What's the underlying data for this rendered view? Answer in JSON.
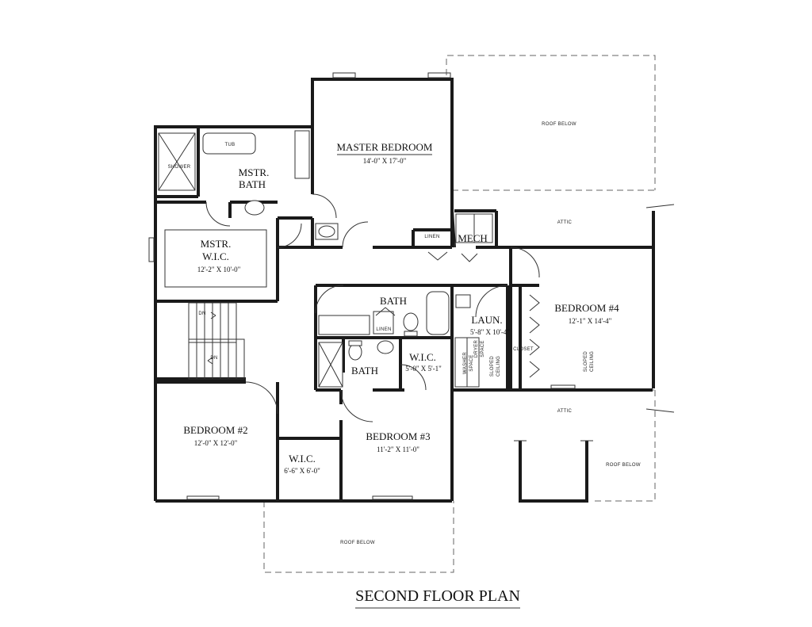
{
  "plan_title": "SECOND FLOOR PLAN",
  "rooms": {
    "master_bedroom": {
      "name": "MASTER BEDROOM",
      "size": "14'-0\" X 17'-0\""
    },
    "mstr_bath": {
      "name_line1": "MSTR.",
      "name_line2": "BATH"
    },
    "mstr_wic": {
      "name_line1": "MSTR.",
      "name_line2": "W.I.C.",
      "size": "12'-2\" X 10'-0\""
    },
    "bath_upper": {
      "name": "BATH"
    },
    "bath_lower": {
      "name": "BATH"
    },
    "laundry": {
      "name": "LAUN.",
      "size": "5'-8\" X 10'-4\""
    },
    "mech": {
      "name": "MECH"
    },
    "wic_hall": {
      "name": "W.I.C.",
      "size": "5'-0\" X 5'-1\""
    },
    "bedroom4": {
      "name": "BEDROOM #4",
      "size": "12'-1\" X 14'-4\""
    },
    "bedroom2": {
      "name": "BEDROOM #2",
      "size": "12'-0\" X 12'-0\""
    },
    "wic_bedroom2": {
      "name": "W.I.C.",
      "size": "6'-6\" X 6'-0\""
    },
    "bedroom3": {
      "name": "BEDROOM #3",
      "size": "11'-2\" X 11'-0\""
    }
  },
  "annotations": {
    "roof_below": "ROOF BELOW",
    "attic": "ATTIC",
    "linen": "LINEN",
    "closet": "CLOSET",
    "tub": "TUB",
    "shower": "SHOWER",
    "stair_down": "DN",
    "sloped_ceiling_1": "SLOPED",
    "sloped_ceiling_2": "CEILING",
    "washer_1": "WASHER",
    "washer_2": "SPACE",
    "dryer_1": "DRYER",
    "dryer_2": "SPACE"
  }
}
